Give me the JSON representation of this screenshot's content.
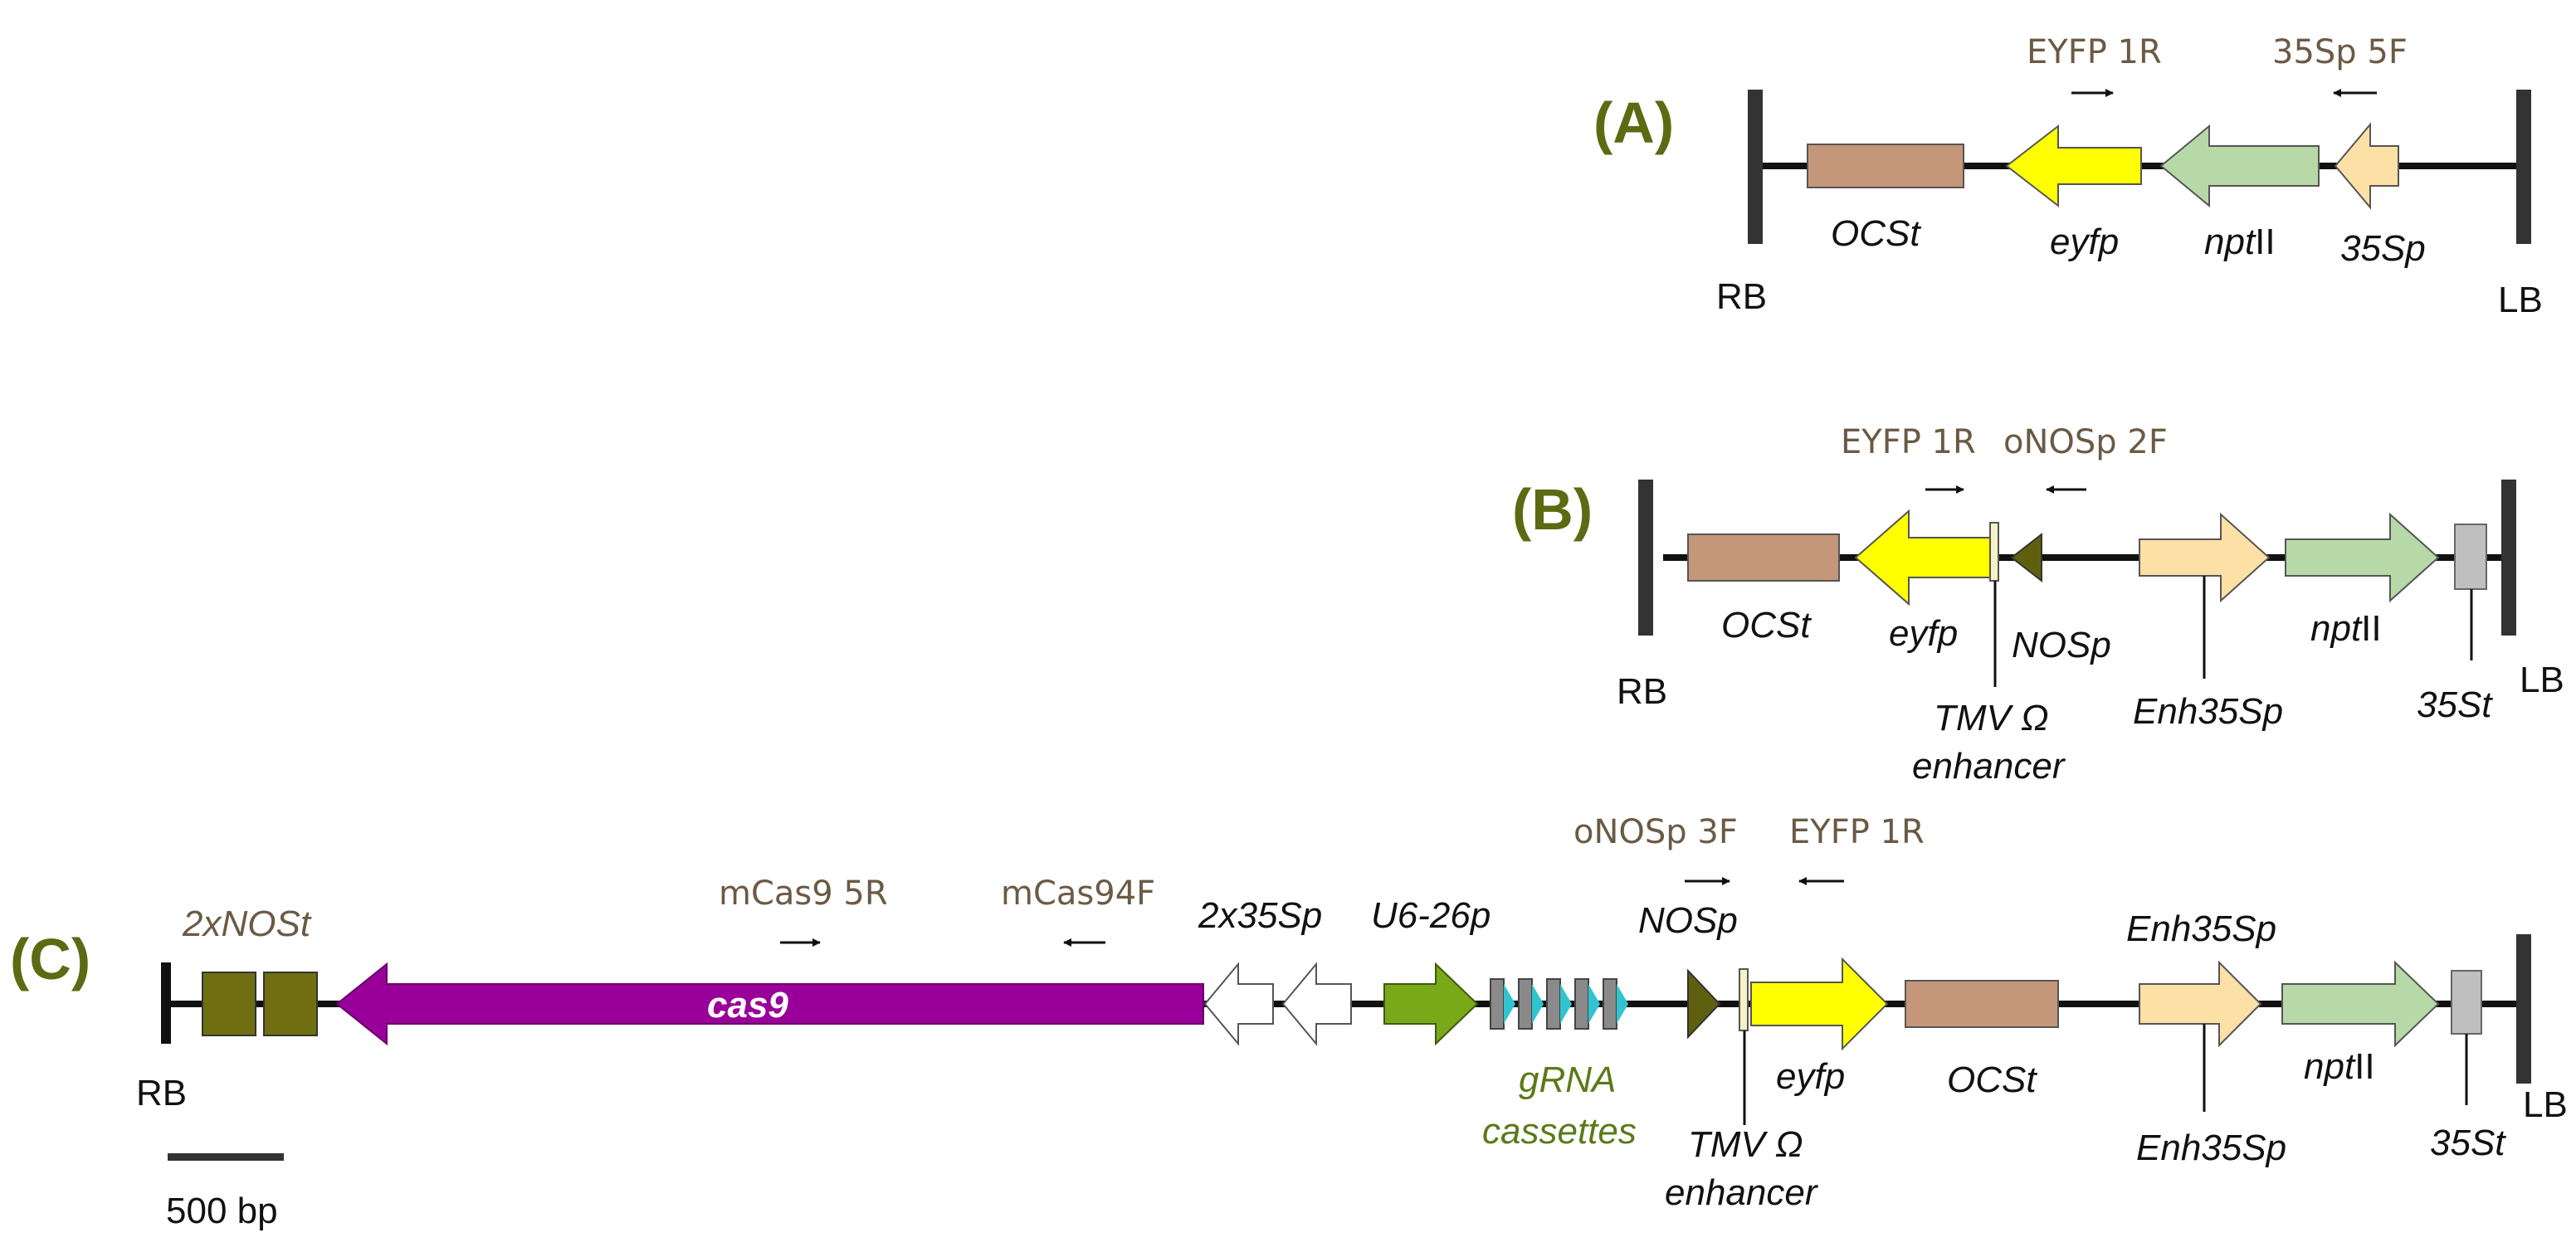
{
  "colors": {
    "backbone": "#111111",
    "border": "#333333",
    "ocst": "#c4977a",
    "eyfp": "#ffff00",
    "nptII": "#b7d9a8",
    "p35s": "#fde0a6",
    "nosp": "#5f5f10",
    "nost": "#6f6f12",
    "t35s": "#bfbfbf",
    "cas9": "#990099",
    "u6": "#79a818",
    "grna_gray": "#8a8a8a",
    "grna_cyan": "#2fc4d0",
    "panel_label": "#5c6a12",
    "primer_text": "#6b5a44"
  },
  "panels": [
    {
      "label": "(A)",
      "elements": {
        "rb": "RB",
        "lb": "LB",
        "ocst": "OCSt",
        "eyfp": "eyfp",
        "npt_prefix": "npt",
        "npt_suffix": "II",
        "p35s": "35Sp"
      },
      "primers": [
        "EYFP 1R",
        "35Sp 5F"
      ]
    },
    {
      "label": "(B)",
      "elements": {
        "rb": "RB",
        "lb": "LB",
        "ocst": "OCSt",
        "eyfp": "eyfp",
        "nosp": "NOSp",
        "tmv_line1": "TMV Ω",
        "tmv_line2": "enhancer",
        "enh35sp": "Enh35Sp",
        "npt_prefix": "npt",
        "npt_suffix": "II",
        "t35s": "35St"
      },
      "primers": [
        "EYFP 1R",
        "oNOSp 2F"
      ]
    },
    {
      "label": "(C)",
      "elements": {
        "rb": "RB",
        "lb": "LB",
        "nost": "2xNOSt",
        "cas9": "cas9",
        "p2x35s": "2x35Sp",
        "u6": "U6-26p",
        "grna_line1": "gRNA",
        "grna_line2": "cassettes",
        "nosp": "NOSp",
        "tmv_line1": "TMV Ω",
        "tmv_line2": "enhancer",
        "eyfp": "eyfp",
        "ocst": "OCSt",
        "enh_top": "Enh35Sp",
        "enh_bottom": "Enh35Sp",
        "npt_prefix": "npt",
        "npt_suffix": "II",
        "t35s": "35St"
      },
      "primers": [
        "mCas9 5R",
        "mCas94F",
        "oNOSp 3F",
        "EYFP 1R"
      ]
    }
  ],
  "scale_bar": "500 bp"
}
